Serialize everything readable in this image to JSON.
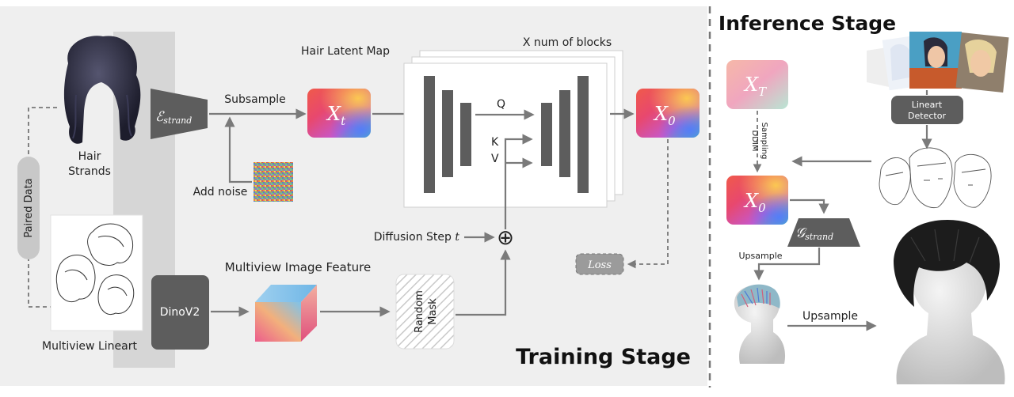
{
  "colors": {
    "panel": "#efefef",
    "strip": "#d6d6d6",
    "dark_block": "#5d5d5d",
    "arrow": "#7a7a7a"
  },
  "training": {
    "title": "Training Stage",
    "hair_strands_label": [
      "Hair",
      "Strands"
    ],
    "paired_data_label": "Paired Data",
    "multiview_lineart_label": "Multiview Lineart",
    "encoder_symbol": "ℰ",
    "encoder_subscript": "strand",
    "subsample_label": "Subsample",
    "add_noise_label": "Add noise",
    "hair_latent_map_label": "Hair Latent Map",
    "xt_symbol": "X",
    "xt_subscript": "t",
    "x_blocks_label": "X num of blocks",
    "q_label": "Q",
    "k_label": "K",
    "v_label": "V",
    "x0_symbol": "X",
    "x0_subscript": "0",
    "diffusion_step_label": "Diffusion Step",
    "diffusion_step_var": "t",
    "plus_symbol": "⊕",
    "loss_label": "Loss",
    "multiview_feature_label": "Multiview Image Feature",
    "dinov2_label": "DinoV2",
    "random_mask_label": [
      "Random",
      "Mask"
    ]
  },
  "inference": {
    "title": "Inference Stage",
    "xT_symbol": "X",
    "xT_subscript": "T",
    "ddim_label": [
      "DDIM",
      "Sampling"
    ],
    "x0_symbol": "X",
    "x0_subscript": "0",
    "lineart_detector_label": [
      "Lineart",
      "Detector"
    ],
    "decoder_symbol": "𝒢",
    "decoder_subscript": "strand",
    "upsample_small_label": "Upsample",
    "upsample_big_label": "Upsample"
  }
}
